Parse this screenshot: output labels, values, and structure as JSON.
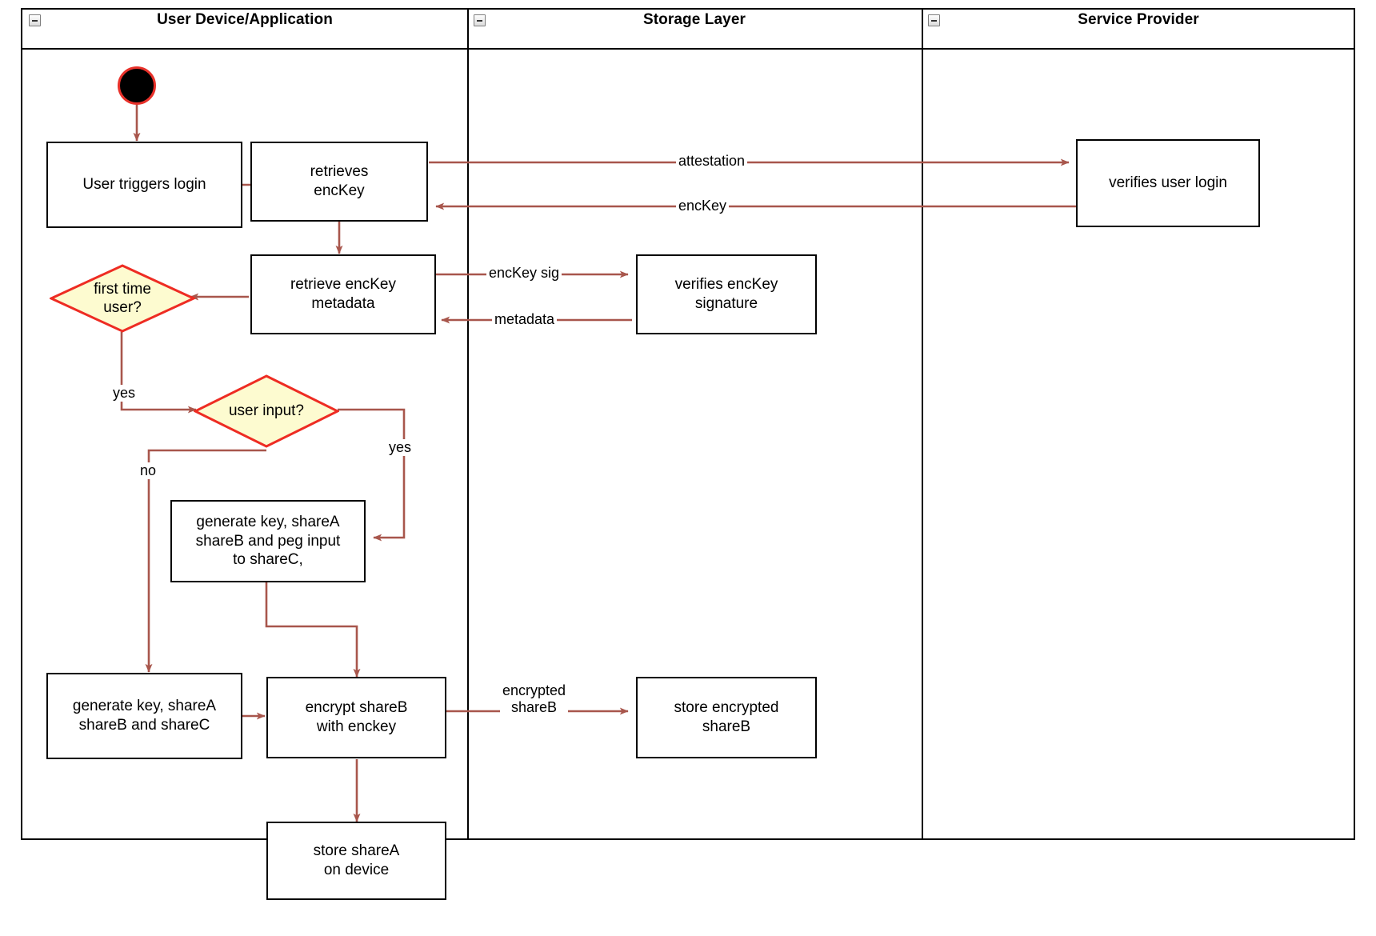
{
  "diagram": {
    "type": "uml-activity-swimlane",
    "title": "",
    "colors": {
      "edge": "#a8564c",
      "decision_fill": "#fdfbd0",
      "decision_stroke": "#ee2c23",
      "node_stroke": "#000000",
      "start_fill": "#000000",
      "start_ring": "#e8312a",
      "lane_stroke": "#000000",
      "background": "#ffffff"
    }
  },
  "lanes": [
    {
      "id": "lane-user-device",
      "label": "User Device/Application",
      "collapse_icon": "collapse-minus-icon"
    },
    {
      "id": "lane-storage",
      "label": "Storage Layer",
      "collapse_icon": "collapse-minus-icon"
    },
    {
      "id": "lane-service-provider",
      "label": "Service Provider",
      "collapse_icon": "collapse-minus-icon"
    }
  ],
  "nodes": [
    {
      "id": "start",
      "kind": "initial-node",
      "label": "",
      "lane": "lane-user-device"
    },
    {
      "id": "user-triggers-login",
      "kind": "action",
      "label": "User triggers login",
      "lane": "lane-user-device"
    },
    {
      "id": "retrieves-enckey",
      "kind": "action",
      "label": "retrieves\nencKey",
      "lane": "lane-user-device"
    },
    {
      "id": "retrieve-enckey-metadata",
      "kind": "action",
      "label": "retrieve encKey\nmetadata",
      "lane": "lane-user-device"
    },
    {
      "id": "first-time-user",
      "kind": "decision",
      "label": "first time\nuser?",
      "lane": "lane-user-device"
    },
    {
      "id": "user-input",
      "kind": "decision",
      "label": "user input?",
      "lane": "lane-user-device"
    },
    {
      "id": "generate-peg-input",
      "kind": "action",
      "label": "generate key, shareA\nshareB and peg input\nto shareC,",
      "lane": "lane-user-device"
    },
    {
      "id": "generate-shares",
      "kind": "action",
      "label": "generate key, shareA\nshareB and shareC",
      "lane": "lane-user-device"
    },
    {
      "id": "encrypt-shareb",
      "kind": "action",
      "label": "encrypt shareB\nwith enckey",
      "lane": "lane-user-device"
    },
    {
      "id": "store-sharea-on-device",
      "kind": "action",
      "label": "store shareA\non device",
      "lane": "lane-user-device"
    },
    {
      "id": "verifies-enckey-signature",
      "kind": "action",
      "label": "verifies encKey signature",
      "lane": "lane-storage"
    },
    {
      "id": "store-encrypted-shareb",
      "kind": "action",
      "label": "store encrypted\nshareB",
      "lane": "lane-storage"
    },
    {
      "id": "verifies-user-login",
      "kind": "action",
      "label": "verifies user login",
      "lane": "lane-service-provider"
    }
  ],
  "edges": [
    {
      "id": "e-start-login",
      "from": "start",
      "to": "user-triggers-login",
      "label": ""
    },
    {
      "id": "e-login-retrieves",
      "from": "user-triggers-login",
      "to": "retrieves-enckey",
      "label": ""
    },
    {
      "id": "e-attestation",
      "from": "retrieves-enckey",
      "to": "verifies-user-login",
      "label": "attestation"
    },
    {
      "id": "e-enckey-back",
      "from": "verifies-user-login",
      "to": "retrieves-enckey",
      "label": "encKey"
    },
    {
      "id": "e-retrieves-metadata",
      "from": "retrieves-enckey",
      "to": "retrieve-enckey-metadata",
      "label": ""
    },
    {
      "id": "e-enckey-sig",
      "from": "retrieve-enckey-metadata",
      "to": "verifies-enckey-signature",
      "label": "encKey sig"
    },
    {
      "id": "e-metadata-back",
      "from": "verifies-enckey-signature",
      "to": "retrieve-enckey-metadata",
      "label": "metadata"
    },
    {
      "id": "e-metadata-firsttime",
      "from": "retrieve-enckey-metadata",
      "to": "first-time-user",
      "label": ""
    },
    {
      "id": "e-firsttime-yes",
      "from": "first-time-user",
      "to": "user-input",
      "label": "yes"
    },
    {
      "id": "e-userinput-no",
      "from": "user-input",
      "to": "generate-shares",
      "label": "no"
    },
    {
      "id": "e-userinput-yes",
      "from": "user-input",
      "to": "generate-peg-input",
      "label": "yes"
    },
    {
      "id": "e-peg-encrypt",
      "from": "generate-peg-input",
      "to": "encrypt-shareb",
      "label": ""
    },
    {
      "id": "e-shares-encrypt",
      "from": "generate-shares",
      "to": "encrypt-shareb",
      "label": ""
    },
    {
      "id": "e-encrypted-shareb",
      "from": "encrypt-shareb",
      "to": "store-encrypted-shareb",
      "label": "encrypted\nshareB"
    },
    {
      "id": "e-encrypt-store-device",
      "from": "encrypt-shareb",
      "to": "store-sharea-on-device",
      "label": ""
    }
  ],
  "labels": {
    "attestation": "attestation",
    "enckey": "encKey",
    "enckey_sig": "encKey sig",
    "metadata": "metadata",
    "yes_firsttime": "yes",
    "no_userinput": "no",
    "yes_userinput": "yes",
    "encrypted_shareb": "encrypted\nshareB"
  }
}
